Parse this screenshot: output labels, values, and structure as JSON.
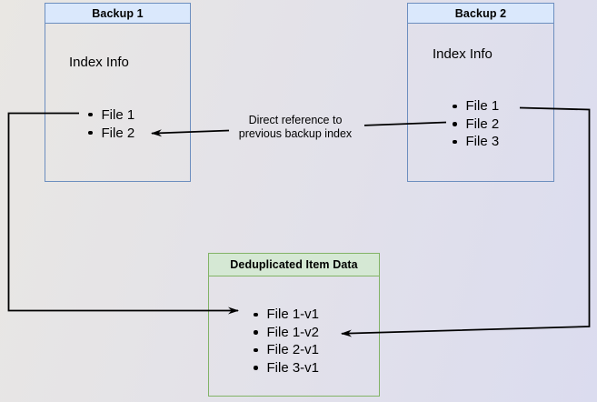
{
  "diagram": {
    "backup1": {
      "title": "Backup 1",
      "section": "Index Info",
      "files": [
        "File 1",
        "File 2"
      ]
    },
    "backup2": {
      "title": "Backup 2",
      "section": "Index Info",
      "files": [
        "File 1",
        "File 2",
        "File 3"
      ]
    },
    "dedup": {
      "title": "Deduplicated Item Data",
      "files": [
        "File 1-v1",
        "File 1-v2",
        "File 2-v1",
        "File 3-v1"
      ]
    },
    "edge_label": {
      "line1": "Direct reference to",
      "line2": "previous backup index"
    },
    "colors": {
      "box_blue_fill": "#dae8fc",
      "box_blue_border": "#6c8ebf",
      "box_green_fill": "#d5e8d4",
      "box_green_border": "#82b366",
      "line_color": "#000000",
      "background_start": "#e9e7e3",
      "background_end": "#dbdcef"
    }
  }
}
